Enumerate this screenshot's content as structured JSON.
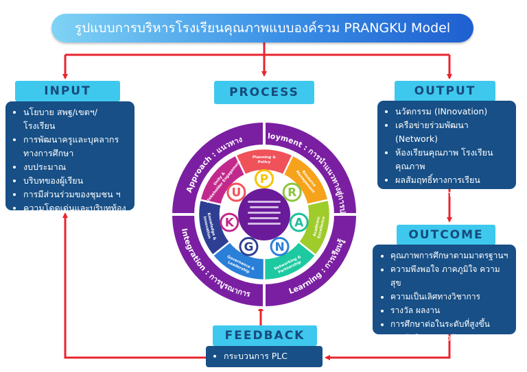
{
  "title": "รูปแบบการบริหารโรงเรียนคุณภาพแบบองค์รวม PRANGKU Model",
  "colors": {
    "arrow": "#e8242c",
    "header": "#3ec8ee",
    "box": "#174f86",
    "ring": "#7b1fa2",
    "center": "#6a1b9a"
  },
  "input": {
    "label": "INPUT",
    "items": [
      "นโยบาย สพฐ/เขตฯ/โรงเรียน",
      "การพัฒนาครูและบุคลากรทางการศึกษา",
      "งบประมาณ",
      "บริบทของผู้เรียน",
      "การมีส่วนร่วมของชุมชน ฯ",
      "ความโดดเด่นและบริบทท้องถิ่น"
    ]
  },
  "process": {
    "label": "PROCESS",
    "outer_ring": [
      "Approach : แนวทาง",
      "Deployment : การนำแนวทางสู่การปฏิบัติ",
      "Learning : การเรียนรู้",
      "Integration : การบูรณาการ"
    ],
    "segments": [
      {
        "letter": "P",
        "label": "Planning & Policy",
        "color": "#f0525a",
        "letter_color": "#f5c400"
      },
      {
        "letter": "R",
        "label": "Resource Management",
        "color": "#f7a21b",
        "letter_color": "#8cc63f"
      },
      {
        "letter": "A",
        "label": "Academic Excellence",
        "color": "#9fcb2b",
        "letter_color": "#1dbf9a"
      },
      {
        "letter": "N",
        "label": "Networking & Partnership",
        "color": "#1dc9a0",
        "letter_color": "#2a7fd8"
      },
      {
        "letter": "G",
        "label": "Governance & Leadership",
        "color": "#2a7fd8",
        "letter_color": "#2e3f93"
      },
      {
        "letter": "K",
        "label": "Knowledge & Innovation",
        "color": "#2e3f93",
        "letter_color": "#c2298c"
      },
      {
        "letter": "U",
        "label": "Unity & Stakeholder Engagement",
        "color": "#c2298c",
        "letter_color": "#f0525a"
      }
    ]
  },
  "output": {
    "label": "OUTPUT",
    "items": [
      "นวัตกรรม (INnovation)",
      "เครือข่ายร่วมพัฒนา (Network)",
      "ห้องเรียนคุณภาพ โรงเรียนคุณภาพ",
      "ผลสัมฤทธิ์ทางการเรียน (Achievement)"
    ]
  },
  "outcome": {
    "label": "OUTCOME",
    "items": [
      "คุณภาพการศึกษาตามมาตรฐานฯ",
      "ความพึงพอใจ ภาคภูมิใจ ความสุข",
      "ความเป็นเลิศทางวิชาการ",
      "รางวัล ผลงาน",
      "การศึกษาต่อในระดับที่สูงขึ้น",
      "ร่วมรับผิดชอบต่อสังคม"
    ]
  },
  "feedback": {
    "label": "FEEDBACK",
    "items": [
      "กระบวนการ PLC"
    ]
  }
}
